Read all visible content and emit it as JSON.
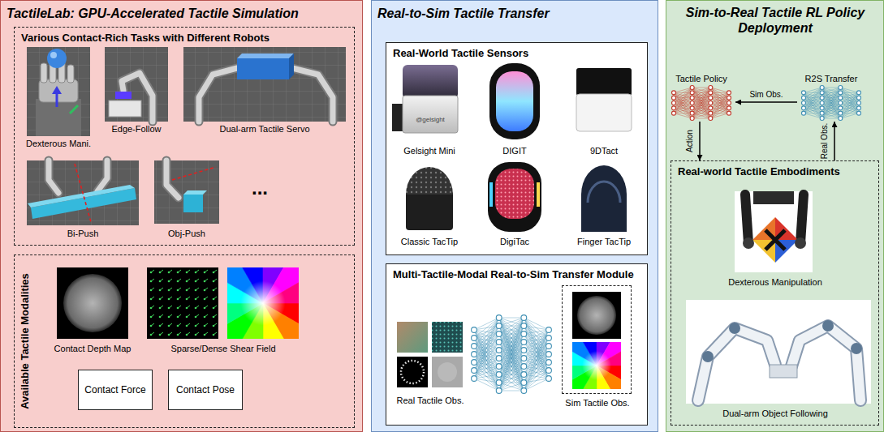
{
  "diagram": {
    "nodes": [
      {
        "text": [
          "TactileLab: GPU-Accelerated Tactile Simulation"
        ]
      },
      {
        "text": [
          "Various Contact-Rich Tasks with Different Robots"
        ],
        "in": 0
      },
      {
        "text": [
          "Available Tactile Modalities"
        ],
        "in": 0
      },
      {
        "text": [
          "Contact Force"
        ],
        "in": 2
      },
      {
        "text": [
          "Contact Pose"
        ],
        "in": 2
      },
      {
        "text": [
          "Real-to-Sim Tactile Transfer"
        ]
      },
      {
        "text": [
          "Real-World Tactile Sensors"
        ],
        "in": 5
      },
      {
        "text": [
          "Multi-Tactile-Modal Real-to-Sim Transfer Module"
        ],
        "in": 5
      },
      {
        "text": [
          "Sim Tactile Obs."
        ],
        "in": 7
      },
      {
        "text": [
          "Sim-to-Real Tactile RL Policy Deployment"
        ]
      },
      {
        "text": [
          "Tactile Policy"
        ],
        "in": 9
      },
      {
        "text": [
          "R2S Transfer"
        ],
        "in": 9
      },
      {
        "text": [
          "Real-world Tactile Embodiments"
        ],
        "in": 9
      }
    ],
    "edges": [
      {
        "from": 11,
        "to": 10,
        "label": "Sim Obs.",
        "arrow": "to"
      },
      {
        "from": 10,
        "to": 12,
        "label": "Action",
        "arrow": "to"
      },
      {
        "from": 12,
        "to": 11,
        "label": "Real Obs.",
        "arrow": "to"
      }
    ],
    "labels": [
      "Dexterous Mani.",
      "Edge-Follow",
      "Dual-arm Tactile Servo",
      "Bi-Push",
      "Obj-Push",
      "...",
      "Contact Depth Map",
      "Sparse/Dense Shear Field",
      "@gelsight",
      "Gelsight Mini",
      "DIGIT",
      "9DTact",
      "Classic TacTip",
      "DigiTac",
      "Finger TacTip",
      "Real Tactile Obs.",
      "Dexterous Manipulation",
      "Dual-arm Object Following"
    ]
  }
}
